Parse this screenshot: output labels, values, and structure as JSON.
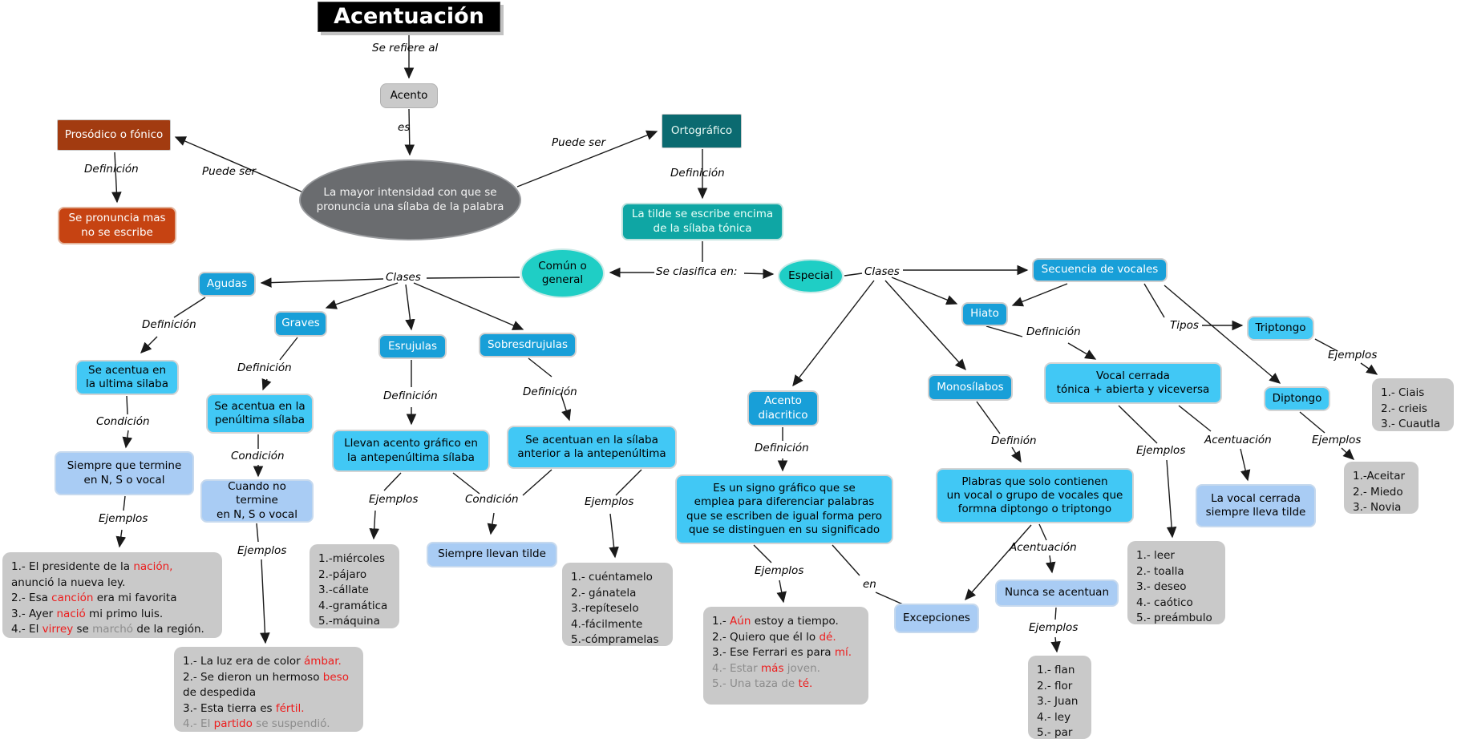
{
  "palette": {
    "blue": "#189fd8",
    "cyan": "#41c8f5",
    "pale_blue": "#a9ccf4",
    "teal": "#0fa6a4",
    "teal_dark": "#0b6a70",
    "rust": "#a23b10",
    "red_box": "#c64312",
    "gray": "#c9c9c9",
    "ellipse_gray": "#6a6c6f",
    "ellipse_cyan": "#1fcec5",
    "red_text": "#ed1c1c",
    "gray_text": "#8c8c8c"
  },
  "nodes": {
    "title": {
      "label": "Acentuación"
    },
    "acento": {
      "label": "Acento"
    },
    "definicion_general": {
      "label": "La mayor intensidad con que se\npronuncia una sílaba de la palabra"
    },
    "prosodico": {
      "label": "Prosódico o fónico"
    },
    "se_pronuncia": {
      "label": "Se pronuncia mas\nno se escribe"
    },
    "ortografico": {
      "label": "Ortográfico"
    },
    "la_tilde": {
      "label": "La tilde se escribe encima\nde la sílaba tónica"
    },
    "comun": {
      "label": "Común o\ngeneral"
    },
    "especial": {
      "label": "Especial"
    },
    "agudas": {
      "label": "Agudas"
    },
    "graves": {
      "label": "Graves"
    },
    "esrujulas": {
      "label": "Esrujulas"
    },
    "sobresdrujulas": {
      "label": "Sobresdrujulas"
    },
    "secuencia": {
      "label": "Secuencia de vocales"
    },
    "hiato": {
      "label": "Hiato"
    },
    "monosilabos": {
      "label": "Monosílabos"
    },
    "acento_diacritico": {
      "label": "Acento\ndiacritico"
    },
    "def_agudas": {
      "label": "Se acentua en\nla ultima silaba"
    },
    "cond_agudas": {
      "label": "Siempre que termine\nen N, S o vocal"
    },
    "def_graves": {
      "label": "Se acentua en la\npenúltima sílaba"
    },
    "cond_graves": {
      "label": "Cuando no termine\nen N, S o vocal"
    },
    "def_esrujulas": {
      "label": "Llevan acento gráfico en\nla antepenúltima sílaba"
    },
    "def_sobresdrujulas": {
      "label": "Se acentuan en la sílaba\nanterior a la antepenúltima"
    },
    "siempre_tilde": {
      "label": "Siempre llevan tilde"
    },
    "vocal_cerrada": {
      "label": "Vocal cerrada\ntónica + abierta y viceversa"
    },
    "triptongo": {
      "label": "Triptongo"
    },
    "diptongo": {
      "label": "Diptongo"
    },
    "es_un_signo": {
      "label": "Es un signo gráfico que se\nemplea para diferenciar palabras\nque se escriben de igual forma pero\nque se distinguen en su significado"
    },
    "plabras": {
      "label": "Plabras que solo contienen\nun vocal o grupo de vocales que\nformna diptongo o triptongo"
    },
    "nunca": {
      "label": "Nunca se acentuan"
    },
    "excepciones": {
      "label": "Excepciones"
    },
    "la_vocal": {
      "label": "La vocal cerrada\nsiempre lleva tilde"
    }
  },
  "labels": {
    "se_refiere": "Se refiere al",
    "es": "es",
    "puede_ser_izq": "Puede ser",
    "puede_ser_der": "Puede ser",
    "def_prosodico": "Definición",
    "def_ortografico": "Definición",
    "se_clasifica": "Se clasifica en:",
    "clases_izq": "Clases",
    "clases_der": "Clases",
    "def_agudas": "Definición",
    "cond_agudas": "Condición",
    "ej_agudas": "Ejemplos",
    "def_graves": "Definición",
    "cond_graves": "Condición",
    "ej_graves": "Ejemplos",
    "def_esrujulas": "Definición",
    "ej_esrujulas": "Ejemplos",
    "cond_centro": "Condición",
    "def_sobresdrujulas": "Definición",
    "ej_sobresdrujulas": "Ejemplos",
    "def_diacritico": "Definición",
    "ej_diacritico": "Ejemplos",
    "en": "en",
    "def_hiato": "Definición",
    "tipos": "Tipos",
    "definion": "Definión",
    "acentuacion_mono": "Acentuación",
    "ej_mono": "Ejemplos",
    "ej_vocal": "Ejemplos",
    "acentuacion_vocal": "Acentuación",
    "ej_diptongo": "Ejemplos",
    "ej_triptongo": "Ejemplos"
  },
  "lists": {
    "nacion": {
      "lines": [
        [
          {
            "t": "1.- El presidente de la "
          },
          {
            "t": "nación,",
            "c": "r"
          }
        ],
        [
          {
            "t": "anunció la nueva ley."
          }
        ],
        [
          {
            "t": "2.- Esa "
          },
          {
            "t": "canción",
            "c": "r"
          },
          {
            "t": " era mi favorita"
          }
        ],
        [
          {
            "t": "3.- Ayer "
          },
          {
            "t": "nació",
            "c": "r"
          },
          {
            "t": " mi primo luis."
          }
        ],
        [
          {
            "t": "4.- El "
          },
          {
            "t": "virrey",
            "c": "r"
          },
          {
            "t": " se "
          },
          {
            "t": "marchó",
            "c": "g"
          },
          {
            "t": " de la región."
          }
        ]
      ]
    },
    "ambar": {
      "lines": [
        [
          {
            "t": "1.- La luz era de color "
          },
          {
            "t": "ámbar.",
            "c": "r"
          }
        ],
        [
          {
            "t": "2.- Se dieron un hermoso "
          },
          {
            "t": "beso",
            "c": "r"
          }
        ],
        [
          {
            "t": "de despedida"
          }
        ],
        [
          {
            "t": "3.- Esta tierra es "
          },
          {
            "t": "fértil.",
            "c": "r"
          }
        ],
        [
          {
            "t": "4.- El ",
            "c": "g"
          },
          {
            "t": "partido",
            "c": "r"
          },
          {
            "t": " se suspendió.",
            "c": "g"
          }
        ]
      ]
    },
    "miercoles": {
      "lines": [
        [
          {
            "t": "1.-miércoles"
          }
        ],
        [
          {
            "t": "2.-pájaro"
          }
        ],
        [
          {
            "t": "3.-cállate"
          }
        ],
        [
          {
            "t": "4.-gramática"
          }
        ],
        [
          {
            "t": "5.-máquina"
          }
        ]
      ]
    },
    "cuentamelo": {
      "lines": [
        [
          {
            "t": "1.- cuéntamelo"
          }
        ],
        [
          {
            "t": "2.- gánatela"
          }
        ],
        [
          {
            "t": "3.-repíteselo"
          }
        ],
        [
          {
            "t": "4.-fácilmente"
          }
        ],
        [
          {
            "t": "5.-cómpramelas"
          }
        ]
      ]
    },
    "aun": {
      "lines": [
        [
          {
            "t": "1.- "
          },
          {
            "t": "Aún",
            "c": "r"
          },
          {
            "t": " estoy a tiempo."
          }
        ],
        [
          {
            "t": "2.- Quiero que él lo "
          },
          {
            "t": "dé.",
            "c": "r"
          }
        ],
        [
          {
            "t": "3.- Ese Ferrari es para "
          },
          {
            "t": "mí.",
            "c": "r"
          }
        ],
        [
          {
            "t": "4.- Estar ",
            "c": "g"
          },
          {
            "t": "más",
            "c": "r"
          },
          {
            "t": " joven.",
            "c": "g"
          }
        ],
        [
          {
            "t": "5.- Una taza de ",
            "c": "g"
          },
          {
            "t": "té.",
            "c": "r"
          }
        ]
      ]
    },
    "flan": {
      "lines": [
        [
          {
            "t": "1.- flan"
          }
        ],
        [
          {
            "t": "2.- flor"
          }
        ],
        [
          {
            "t": "3.- Juan"
          }
        ],
        [
          {
            "t": "4.- ley"
          }
        ],
        [
          {
            "t": "5.- par"
          }
        ]
      ]
    },
    "leer": {
      "lines": [
        [
          {
            "t": "1.- leer"
          }
        ],
        [
          {
            "t": "2.- toalla"
          }
        ],
        [
          {
            "t": "3.- deseo"
          }
        ],
        [
          {
            "t": "4.- caótico"
          }
        ],
        [
          {
            "t": "5.- preámbulo"
          }
        ]
      ]
    },
    "ciais": {
      "lines": [
        [
          {
            "t": "1.- Ciais"
          }
        ],
        [
          {
            "t": "2.- crieis"
          }
        ],
        [
          {
            "t": "3.- Cuautla"
          }
        ]
      ]
    },
    "aceitar": {
      "lines": [
        [
          {
            "t": "1.-Aceitar"
          }
        ],
        [
          {
            "t": "2.- Miedo"
          }
        ],
        [
          {
            "t": "3.- Novia"
          }
        ]
      ]
    }
  }
}
